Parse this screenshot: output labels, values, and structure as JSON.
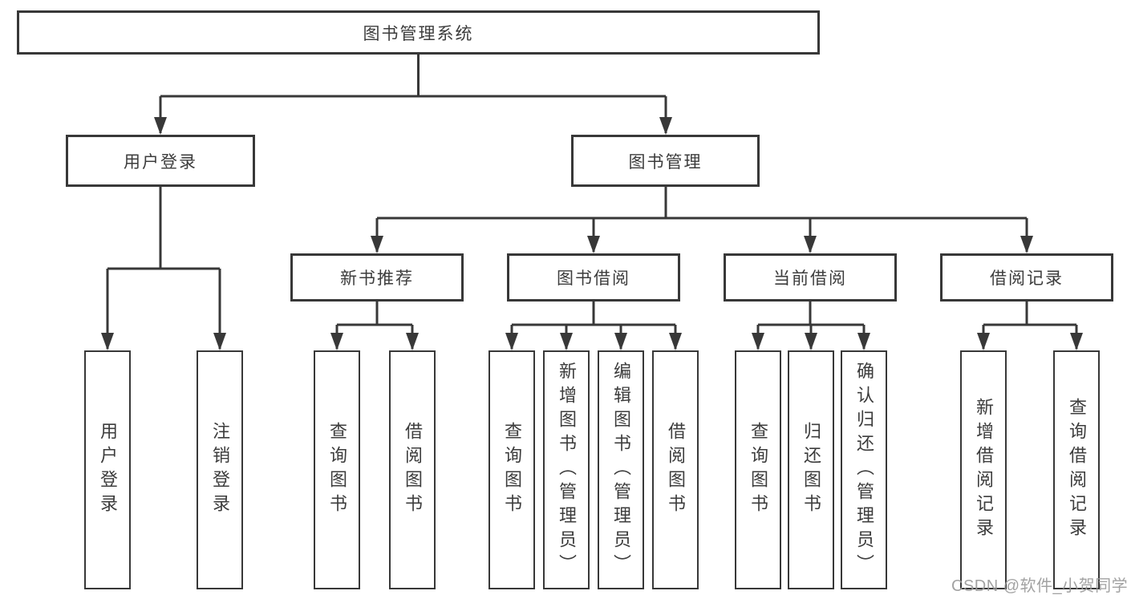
{
  "page": {
    "background": "#ffffff",
    "line_color": "#383838",
    "text_color": "#3c3c3c"
  },
  "watermark": {
    "text": "CSDN @软件_小贺同学",
    "color": "#9b9b9b"
  },
  "tree": {
    "root": {
      "label": "图书管理系统"
    },
    "level2": [
      {
        "label": "用户登录",
        "children": [
          {
            "label": "用户登录"
          },
          {
            "label": "注销登录"
          }
        ]
      },
      {
        "label": "图书管理",
        "children": [
          {
            "label": "新书推荐",
            "children": [
              {
                "label": "查询图书"
              },
              {
                "label": "借阅图书"
              }
            ]
          },
          {
            "label": "图书借阅",
            "children": [
              {
                "label": "查询图书"
              },
              {
                "label": "新增图书（管理员）"
              },
              {
                "label": "编辑图书（管理员）"
              },
              {
                "label": "借阅图书"
              }
            ]
          },
          {
            "label": "当前借阅",
            "children": [
              {
                "label": "查询图书"
              },
              {
                "label": "归还图书"
              },
              {
                "label": "确认归还（管理员）"
              }
            ]
          },
          {
            "label": "借阅记录",
            "children": [
              {
                "label": "新增借阅记录"
              },
              {
                "label": "查询借阅记录"
              }
            ]
          }
        ]
      }
    ]
  }
}
